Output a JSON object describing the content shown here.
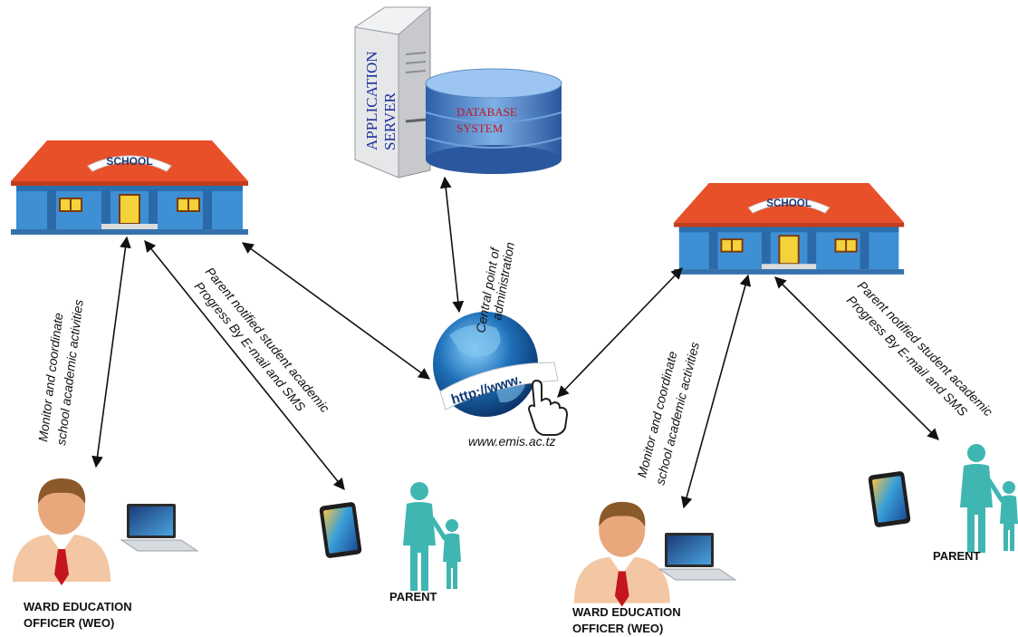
{
  "server": {
    "app_label_1": "APPLICATION",
    "app_label_2": "SERVER",
    "db_label_1": "DATABASE",
    "db_label_2": "SYSTEM"
  },
  "school": {
    "sign": "SCHOOL"
  },
  "globe": {
    "url_badge": "http://www.",
    "caption": "www.emis.ac.tz"
  },
  "central_label": {
    "line1": "Central point of",
    "line2": "administration"
  },
  "weo_link_label": {
    "line1": "Monitor  and coordinate",
    "line2": "school academic activities"
  },
  "parent_link_label": {
    "line1": "Parent notified student academic",
    "line2": "Progress By  E-mail and SMS"
  },
  "actors": {
    "weo_line1": "WARD EDUCATION",
    "weo_line2": "OFFICER (WEO)",
    "parent": "PARENT"
  },
  "colors": {
    "roof": "#e8502a",
    "wall": "#3f8fd4",
    "server_text": "#1f2f9e",
    "db_text": "#c0161f",
    "person": "#3fb6b2",
    "skin": "#e9a77c",
    "shirt": "#f3c7a3",
    "tie": "#c4161c"
  },
  "icons": [
    "server-icon",
    "database-icon",
    "school-icon",
    "globe-icon",
    "hand-cursor-icon",
    "laptop-icon",
    "tablet-icon",
    "person-icon",
    "parent-child-icon"
  ]
}
